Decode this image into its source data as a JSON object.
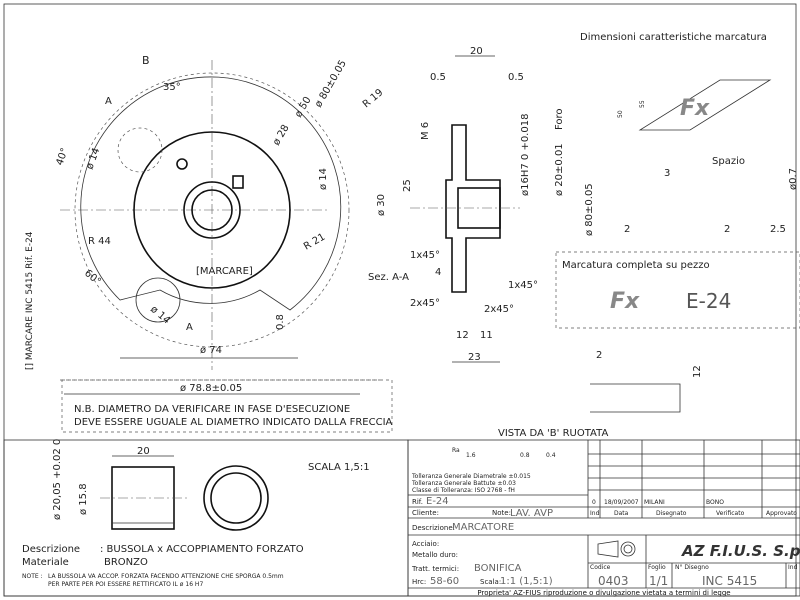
{
  "top_view": {
    "labels": {
      "B": "B",
      "A_top": "A",
      "A_bot": "A",
      "ang35": "35°",
      "ang40": "40°",
      "ang60": "60°",
      "d14_left": "ø 14",
      "d14_bot": "ø 14",
      "d14_right": "ø 14",
      "d80": "ø 80±0.05",
      "d50": "ø 50",
      "d28": "ø 28",
      "r19": "R 19",
      "r44": "R 44",
      "r21": "R 21",
      "marcare": "[MARCARE]",
      "d74": "ø 74",
      "d78": "ø 78.8±0.05",
      "rough": "0.8"
    },
    "side_note": "[] MARCARE  INC 5415 Rif. E-24",
    "nb_line1": "N.B. DIAMETRO DA VERIFICARE IN FASE D'ESECUZIONE",
    "nb_line2": "DEVE ESSERE UGUALE AL DIAMETRO INDICATO DALLA FRECCIA"
  },
  "section": {
    "labels": {
      "w20": "20",
      "l05": "0.5",
      "r05": "0.5",
      "m6": "M 6",
      "foro": "Foro",
      "h16": "ø16H7 0 +0.018",
      "d20": "ø 20±0.01",
      "d80": "ø 80±0.05",
      "d25": "25",
      "d30": "ø 30",
      "c1_top": "1x45°",
      "c1_bot": "1x45°",
      "c2_left": "2x45°",
      "c2_right": "2x45°",
      "four": "4",
      "sez": "Sez. A-A",
      "w12": "12",
      "w11": "11",
      "w23": "23"
    }
  },
  "marking": {
    "title": "Dimensioni caratteristiche marcatura",
    "dims": {
      "d50": "50",
      "d55": "55",
      "spazio": "Spazio",
      "three": "3",
      "two_a": "2",
      "two_b": "2",
      "two5": "2.5",
      "d07": "ø0.7"
    },
    "complete_title": "Marcatura completa su pezzo",
    "complete_text": "E-24",
    "view_b": "VISTA DA 'B' RUOTATA",
    "vb_dims": {
      "two": "2",
      "twelve": "12"
    }
  },
  "bushing": {
    "w20": "20",
    "d2005": "ø 20,05 +0.02 0",
    "d158": "ø 15.8",
    "scale": "SCALA 1,5:1",
    "desc_label": "Descrizione",
    "desc_value": ": BUSSOLA x ACCOPPIAMENTO FORZATO",
    "mat_label": "Materiale",
    "mat_value": "BRONZO",
    "note_label": "NOTE :",
    "note_1": "LA BUSSOLA VA ACCOP. FORZATA FACENDO ATTENZIONE CHE SPORGA 0.5mm",
    "note_2": "PER PARTE PER POI ESSERE RETTIFICATO IL ø 16 H7"
  },
  "title_block": {
    "ra": "Ra",
    "ra_vals": [
      "1.6",
      "0.8",
      "0.4"
    ],
    "tol1": "Tolleranza Generale Diametrale ±0.015",
    "tol2": "Tolleranza Generale Battute ±0.03",
    "tol3": "Classe di Tolleranza: ISO 2768 - fH",
    "rif_label": "Rif.",
    "rif_value": "E-24",
    "cliente_label": "Cliente:",
    "note_label": "Note:",
    "note_value": "LAV. AVP",
    "descr_label": "Descrizione:",
    "descr_value": "MARCATORE",
    "acciaio_label": "Acciaio:",
    "metallo_label": "Metallo duro:",
    "tratt_label": "Tratt. termici:",
    "tratt_value": "BONIFICA",
    "hrc_label": "Hrc:",
    "hrc_value": "58-60",
    "scala_label": "Scala:",
    "scala_value": "1:1 (1,5:1)",
    "rev": {
      "ind": "0",
      "date": "18/09/2007",
      "drawn": "MILANI",
      "checked": "BONO"
    },
    "rev_headers": [
      "Ind",
      "Data",
      "Disegnato",
      "Verificato",
      "Approvato"
    ],
    "codice_label": "Codice",
    "codice_value": "0403",
    "foglio_label": "Foglio",
    "foglio_value": "1/1",
    "ndis_label": "N° Disegno",
    "ndis_value": "INC 5415",
    "ind_label": "Ind",
    "logo": "AZ F.I.U.S. S.p.A.",
    "footer": "Proprieta' AZ-FIUS riproduzione o divulgazione vietata a termini di legge"
  }
}
